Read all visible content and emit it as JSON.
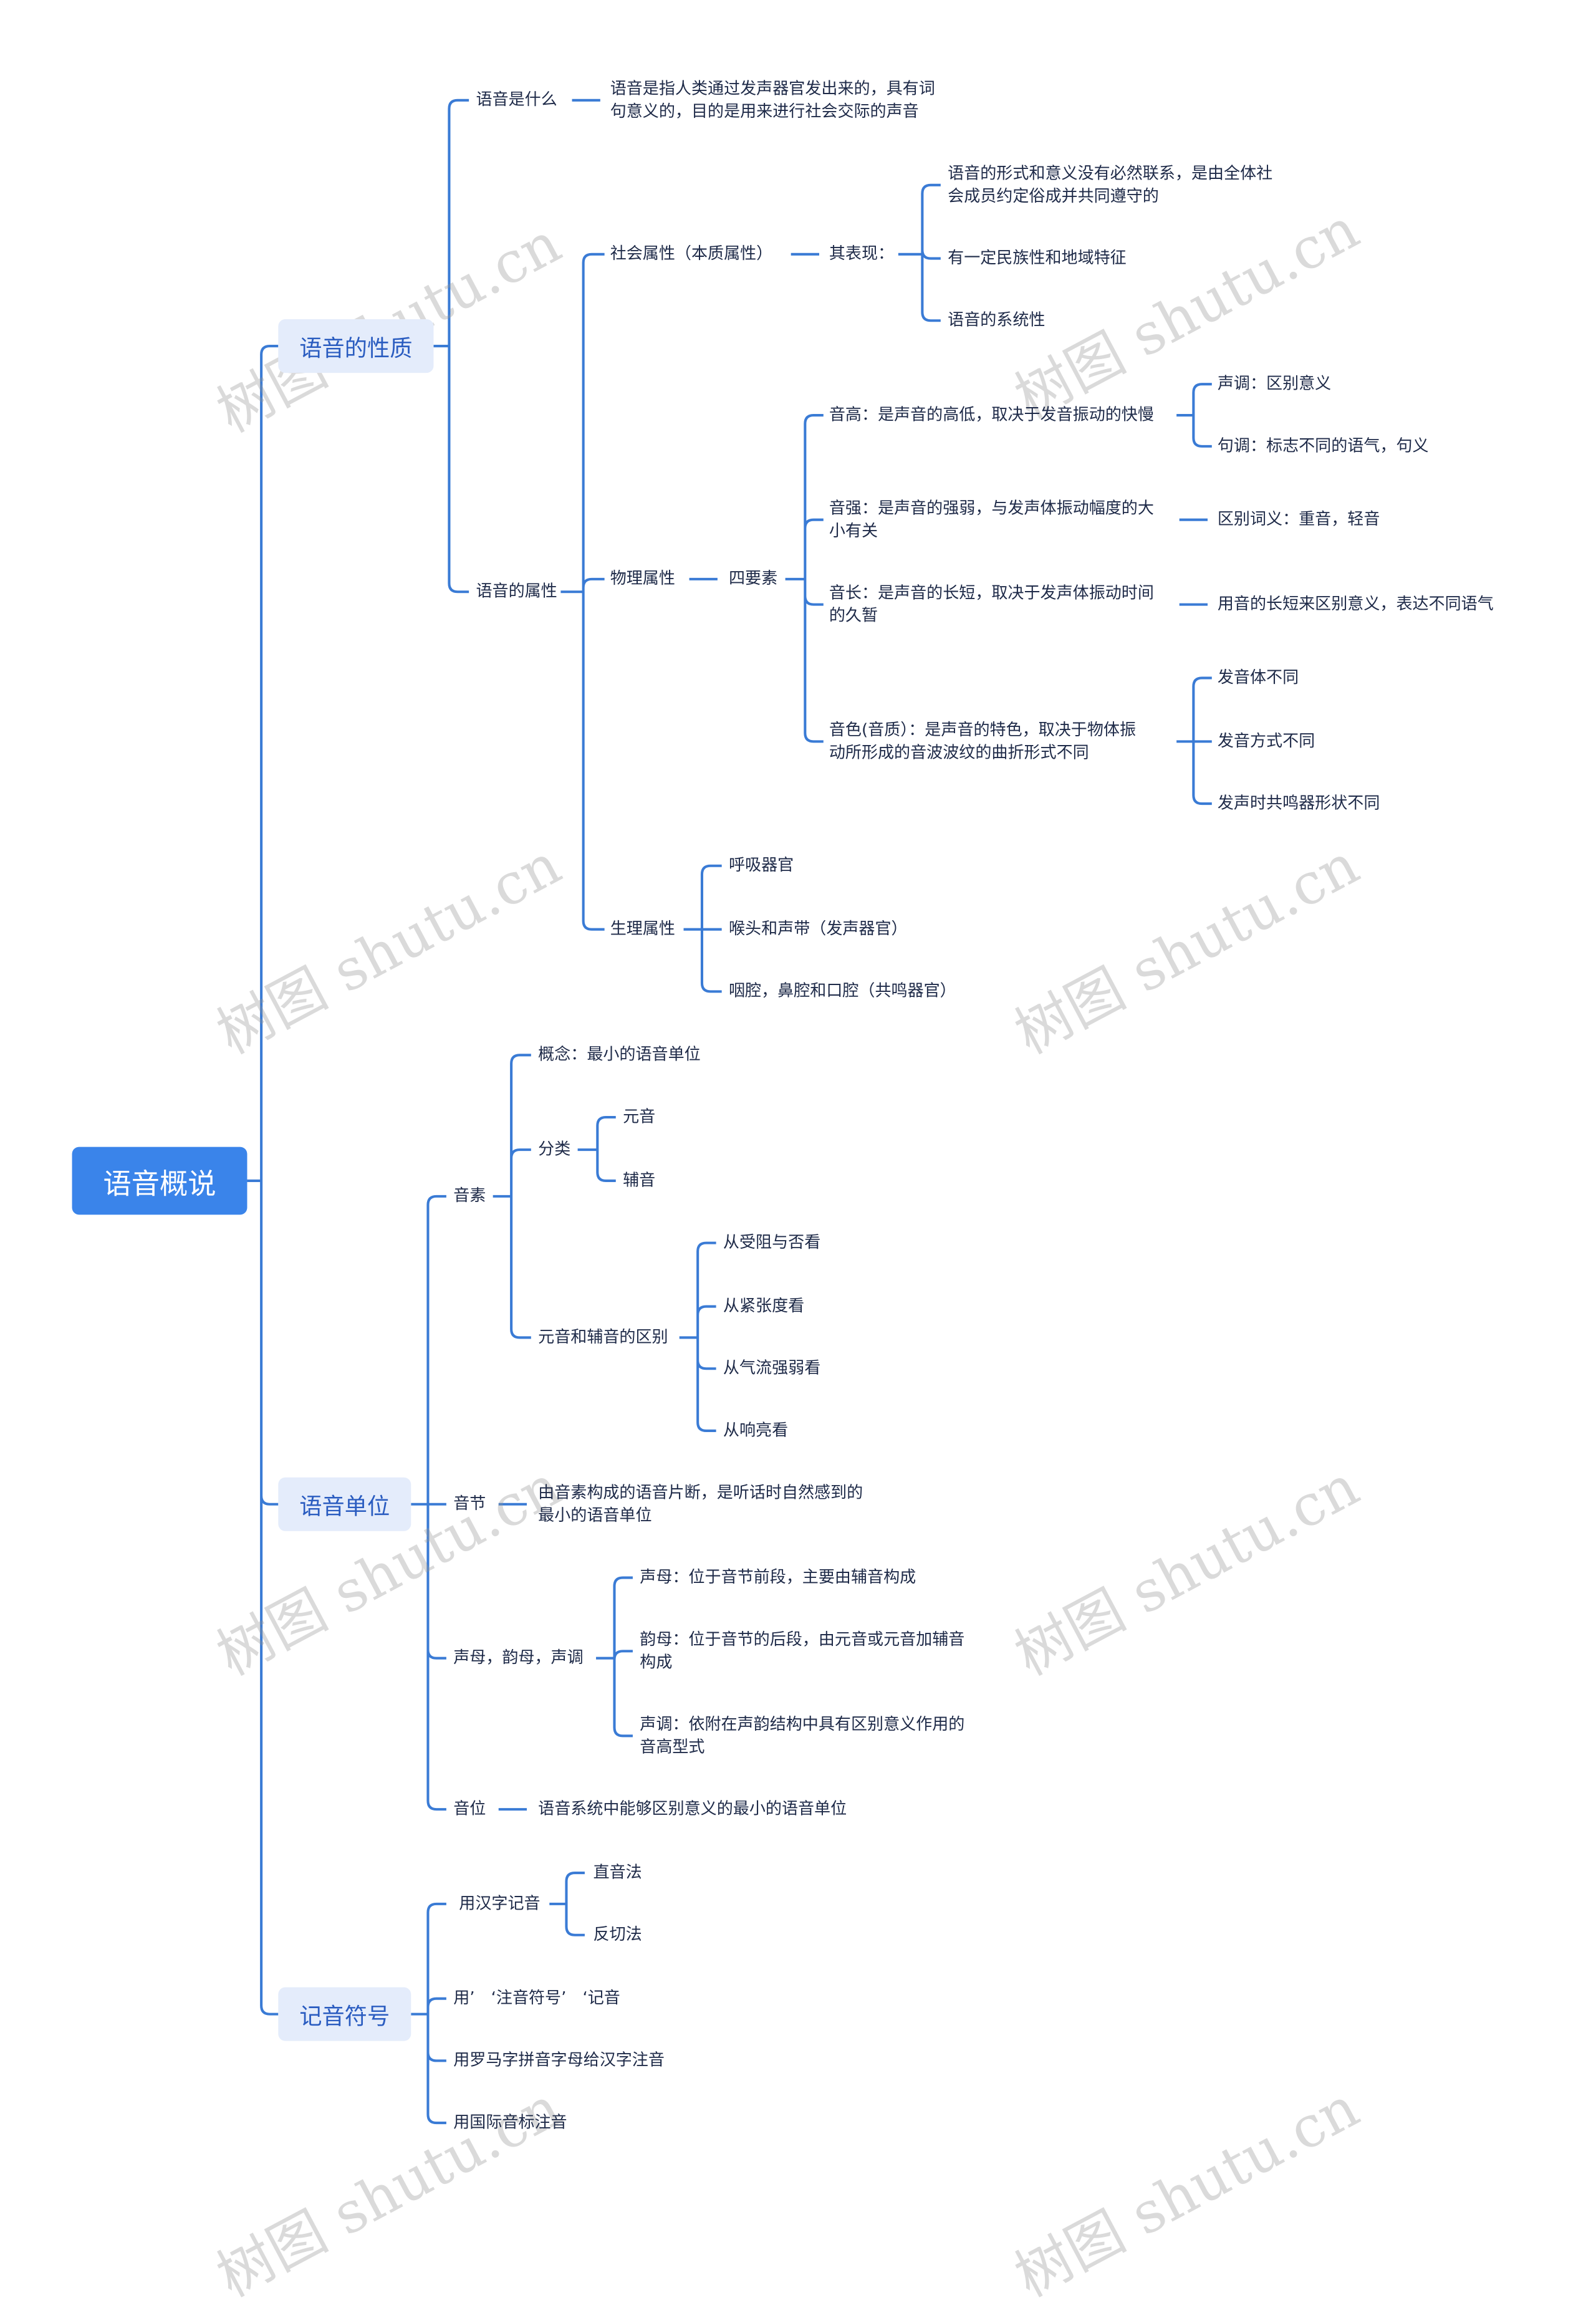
{
  "colors": {
    "line": "#3a7bd5",
    "root_bg": "#3a84ea",
    "l1_bg": "#e4ecfb",
    "l1_text": "#2a5cc0",
    "text": "#1e2a48"
  },
  "watermark": "树图 shutu.cn",
  "root": "语音概说",
  "nature": {
    "label": "语音的性质",
    "what": {
      "label": "语音是什么",
      "desc": [
        "语音是指人类通过发声器官发出来的，具有词",
        "句意义的，目的是用来进行社会交际的声音"
      ]
    },
    "attrs": {
      "label": "语音的属性",
      "social": {
        "label": "社会属性（本质属性）",
        "show": "其表现：",
        "items": [
          [
            "语音的形式和意义没有必然联系，是由全体社",
            "会成员约定俗成并共同遵守的"
          ],
          [
            "有一定民族性和地域特征"
          ],
          [
            "语音的系统性"
          ]
        ]
      },
      "physical": {
        "label": "物理属性",
        "four": "四要素",
        "pitch": {
          "label": "音高：是声音的高低，取决于发音振动的快慢",
          "items": [
            "声调：区别意义",
            "句调：标志不同的语气，句义"
          ]
        },
        "intensity": {
          "label": [
            "音强：是声音的强弱，与发声体振动幅度的大",
            "小有关"
          ],
          "item": "区别词义：重音，轻音"
        },
        "length": {
          "label": [
            "音长：是声音的长短，取决于发声体振动时间",
            "的久暂"
          ],
          "item": "用音的长短来区别意义，表达不同语气"
        },
        "timbre": {
          "label": [
            "音色(音质）：是声音的特色，取决于物体振",
            "动所形成的音波波纹的曲折形式不同"
          ],
          "items": [
            "发音体不同",
            "发音方式不同",
            "发声时共鸣器形状不同"
          ]
        }
      },
      "physio": {
        "label": "生理属性",
        "items": [
          "呼吸器官",
          "喉头和声带（发声器官）",
          "咽腔，鼻腔和口腔（共鸣器官）"
        ]
      }
    }
  },
  "units": {
    "label": "语音单位",
    "phoneme": {
      "label": "音素",
      "concept": "概念：最小的语音单位",
      "cls": {
        "label": "分类",
        "items": [
          "元音",
          "辅音"
        ]
      },
      "diff": {
        "label": "元音和辅音的区别",
        "items": [
          "从受阻与否看",
          "从紧张度看",
          "从气流强弱看",
          "从响亮看"
        ]
      }
    },
    "syllable": {
      "label": "音节",
      "desc": [
        "由音素构成的语音片断，是听话时自然感到的",
        "最小的语音单位"
      ]
    },
    "smyt": {
      "label": "声母，韵母，声调",
      "items": [
        [
          "声母：位于音节前段，主要由辅音构成"
        ],
        [
          "韵母：位于音节的后段，由元音或元音加辅音",
          "构成"
        ],
        [
          "声调：依附在声韵结构中具有区别意义作用的",
          "音高型式"
        ]
      ]
    },
    "phonemeUnit": {
      "label": "音位",
      "desc": "语音系统中能够区别意义的最小的语音单位"
    }
  },
  "notation": {
    "label": "记音符号",
    "hanzi": {
      "label": "用汉字记音",
      "items": [
        "直音法",
        "反切法"
      ]
    },
    "items": [
      "用’　‘注音符号’　‘记音",
      "用罗马字拼音字母给汉字注音",
      "用国际音标注音"
    ]
  }
}
